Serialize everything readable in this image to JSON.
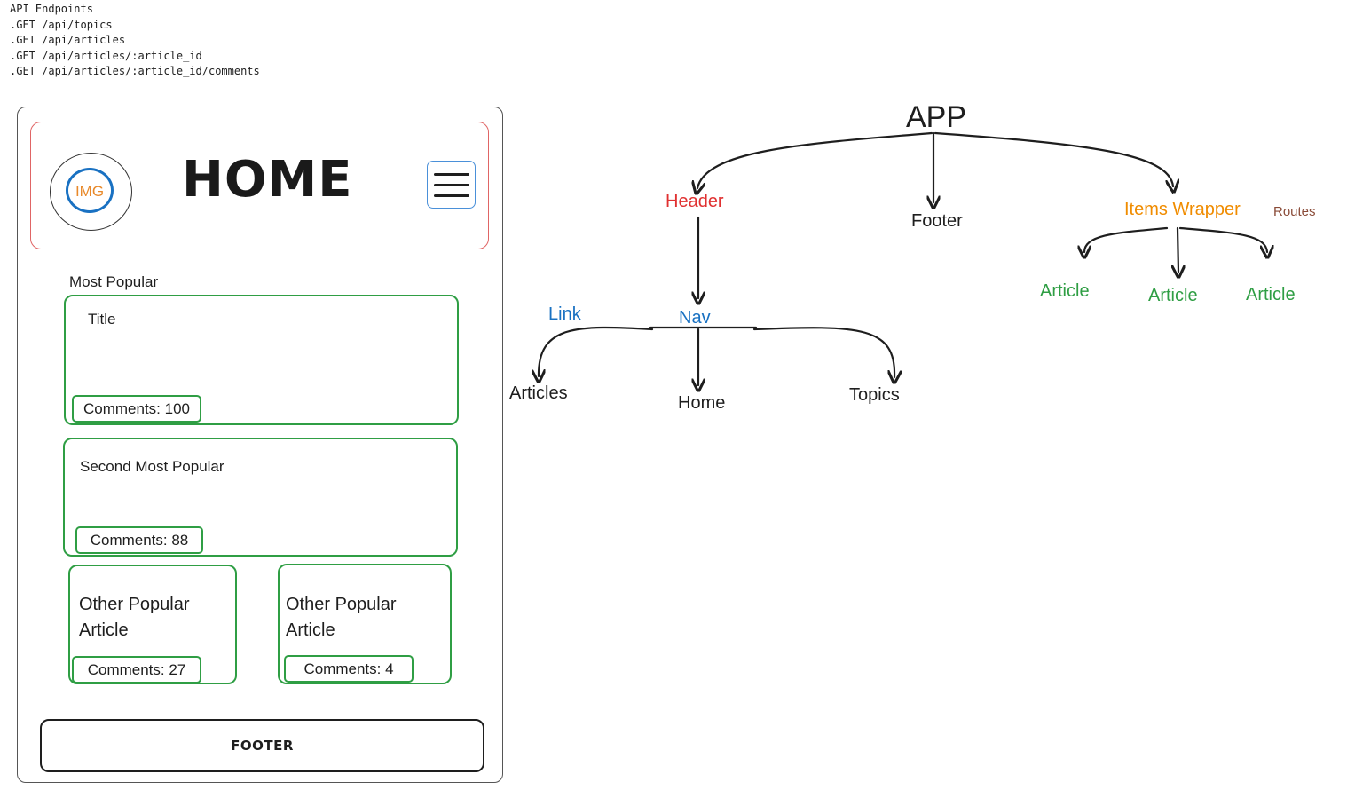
{
  "api": {
    "title": "API Endpoints",
    "endpoints": [
      ".GET /api/topics",
      ".GET /api/articles",
      ".GET /api/articles/:article_id",
      ".GET /api/articles/:article_id/comments"
    ]
  },
  "mock": {
    "img_label": "IMG",
    "title": "HOME",
    "section_label": "Most Popular",
    "cards": [
      {
        "title": "Title",
        "comments": "Comments: 100"
      },
      {
        "title": "Second Most Popular",
        "comments": "Comments: 88"
      },
      {
        "title": "Other Popular Article",
        "comments": "Comments: 27"
      },
      {
        "title": "Other Popular Article",
        "comments": "Comments: 4"
      }
    ],
    "footer": "FOOTER"
  },
  "tree": {
    "app": "APP",
    "header": "Header",
    "footer": "Footer",
    "items_wrapper": "Items Wrapper",
    "routes": "Routes",
    "nav": "Nav",
    "link": "Link",
    "nav_children": [
      "Articles",
      "Home",
      "Topics"
    ],
    "articles": [
      "Article",
      "Article",
      "Article"
    ]
  },
  "colors": {
    "header_red": "#e03131",
    "nav_blue": "#1971c2",
    "wrapper_orange": "#f08c00",
    "article_green": "#2f9e44",
    "routes_brown": "#8a4b38"
  }
}
